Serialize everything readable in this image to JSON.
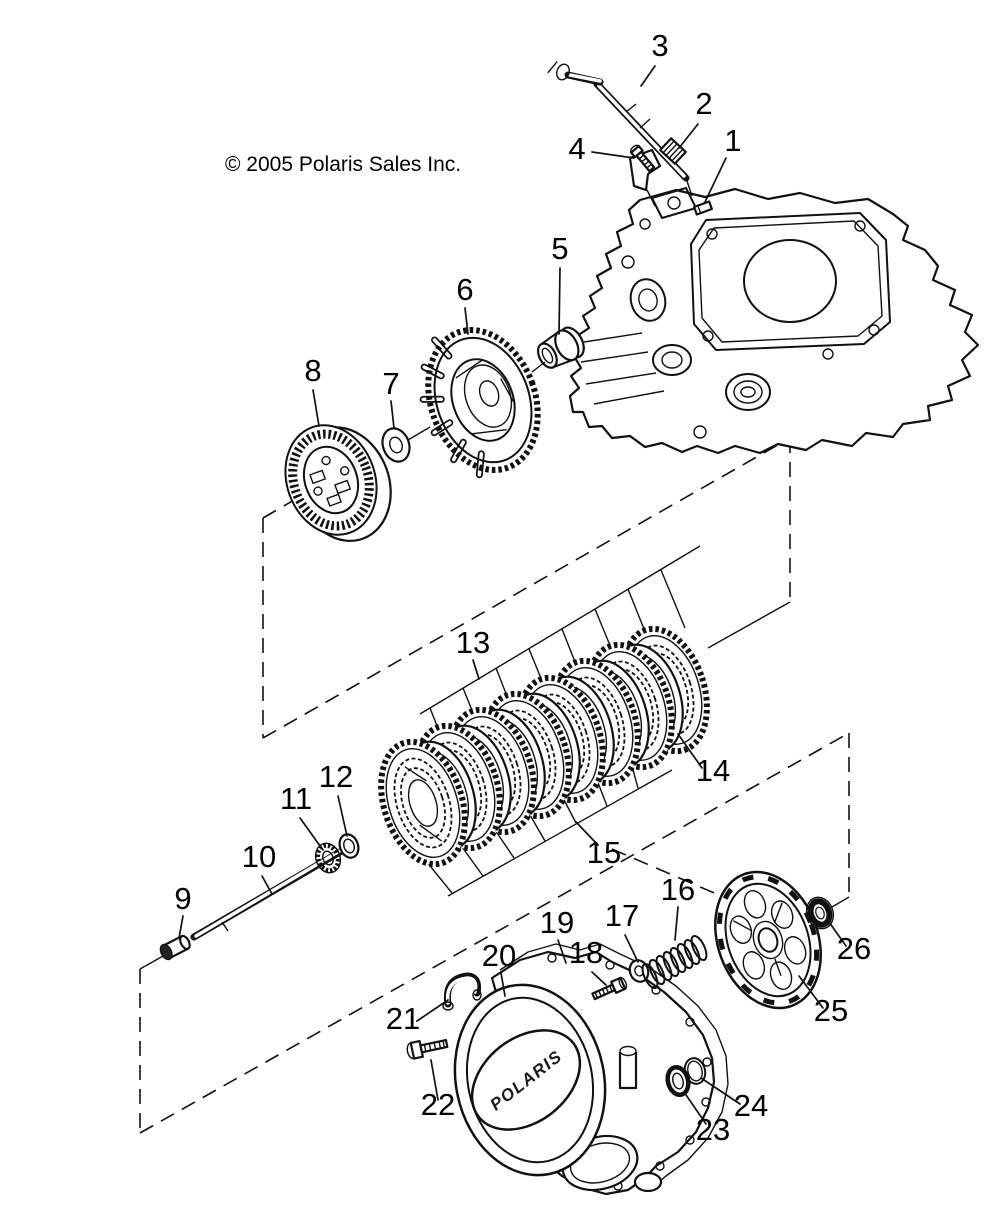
{
  "copyright": "© 2005 Polaris Sales Inc.",
  "logo": "POLARIS",
  "callouts": [
    "1",
    "2",
    "3",
    "4",
    "5",
    "6",
    "7",
    "8",
    "9",
    "10",
    "11",
    "12",
    "13",
    "14",
    "15",
    "16",
    "17",
    "18",
    "19",
    "20",
    "21",
    "22",
    "23",
    "24",
    "25",
    "26"
  ]
}
